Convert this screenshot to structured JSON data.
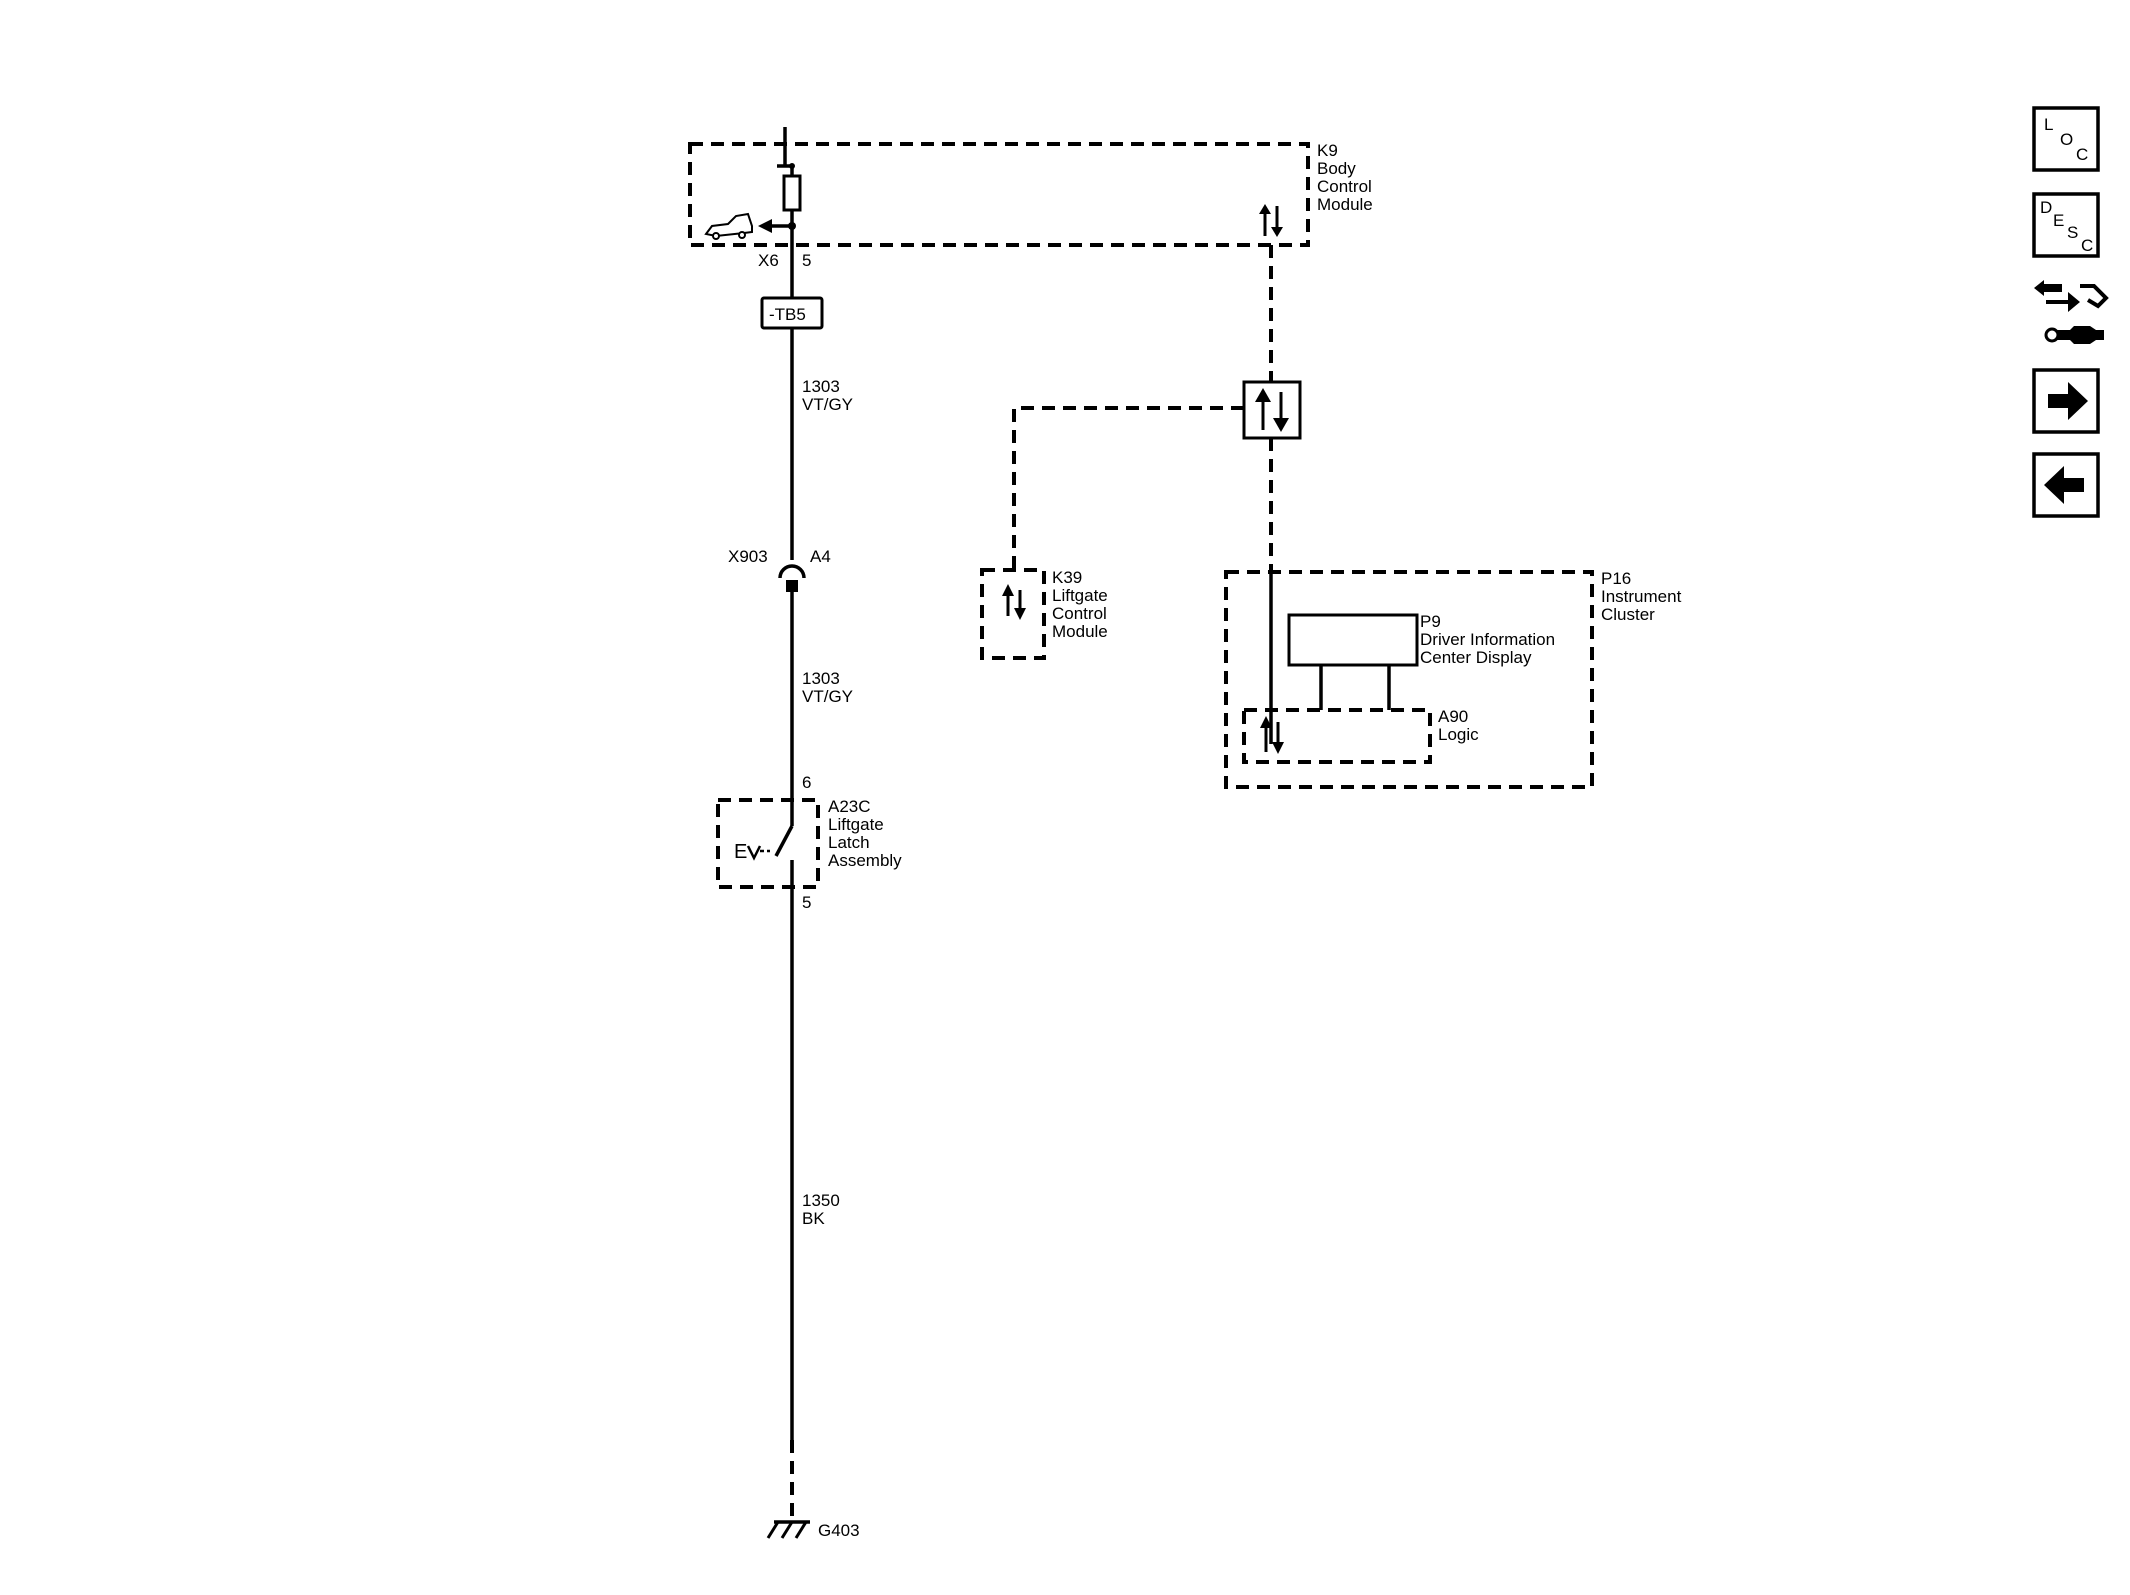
{
  "components": {
    "k9": {
      "id": "K9",
      "line1": "Body",
      "line2": "Control",
      "line3": "Module"
    },
    "k39": {
      "id": "K39",
      "line1": "Liftgate",
      "line2": "Control",
      "line3": "Module"
    },
    "p16": {
      "id": "P16",
      "line1": "Instrument",
      "line2": "Cluster"
    },
    "p9": {
      "id": "P9",
      "line1": "Driver Information",
      "line2": "Center Display"
    },
    "a90": {
      "id": "A90",
      "line1": "Logic"
    },
    "a23c": {
      "id": "A23C",
      "line1": "Liftgate",
      "line2": "Latch",
      "line3": "Assembly"
    }
  },
  "connectors": {
    "x6": {
      "name": "X6",
      "pin": "5"
    },
    "x903": {
      "name": "X903",
      "pin": "A4"
    },
    "a23c_top": {
      "pin": "6"
    },
    "a23c_bottom": {
      "pin": "5"
    },
    "terminal_block": "-TB5"
  },
  "wires": [
    {
      "circuit": "1303",
      "color": "VT/GY"
    },
    {
      "circuit": "1303",
      "color": "VT/GY"
    },
    {
      "circuit": "1350",
      "color": "BK"
    }
  ],
  "ground": "G403",
  "nav": {
    "loc": {
      "l1": "L",
      "l2": "O",
      "l3": "C"
    },
    "desc": {
      "l1": "D",
      "l2": "E",
      "l3": "S",
      "l4": "C"
    }
  }
}
